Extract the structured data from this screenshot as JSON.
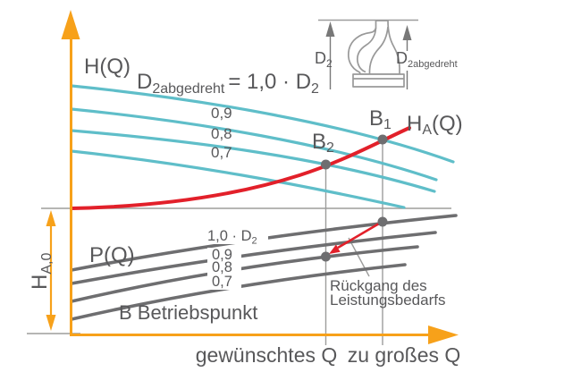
{
  "colors": {
    "orange": "#F7A11A",
    "cyan": "#5FBEC9",
    "red": "#E2202A",
    "text_gray": "#58585A",
    "curve_gray": "#6E6E70",
    "dot_gray": "#6E6E70",
    "line_gray": "#9D9D9C",
    "icon_gray": "#999999",
    "background": "#FFFFFF"
  },
  "upper": {
    "axis_label": "H(Q)",
    "formula": {
      "lhs_base": "D",
      "lhs_sub": "2abgedreht",
      "rhs": "= 1,0 · D",
      "rhs_sub": "2"
    },
    "trim_labels": [
      "0,9",
      "0,8",
      "0,7"
    ],
    "b1": {
      "base": "B",
      "sub": "1"
    },
    "b2": {
      "base": "B",
      "sub": "2"
    },
    "system": {
      "base": "H",
      "sub": "A",
      "rest": "(Q)"
    }
  },
  "lower": {
    "axis_label": "P(Q)",
    "full_label": {
      "base": "1,0 · D",
      "sub": "2"
    },
    "trim_labels": [
      "0,9",
      "0,8",
      "0,7"
    ],
    "operating_label": "B Betriebspunkt",
    "annotation": {
      "line1": "Rückgang des",
      "line2": "Leistungsbedarfs"
    }
  },
  "dim": {
    "head": {
      "base": "H",
      "sub": "A,0"
    }
  },
  "xaxis": {
    "desired": "gewünschtes Q",
    "too_large": "zu großes Q"
  },
  "impeller": {
    "left": {
      "base": "D",
      "sub": "2"
    },
    "right": {
      "base": "D",
      "sub": "2abgedreht"
    }
  }
}
